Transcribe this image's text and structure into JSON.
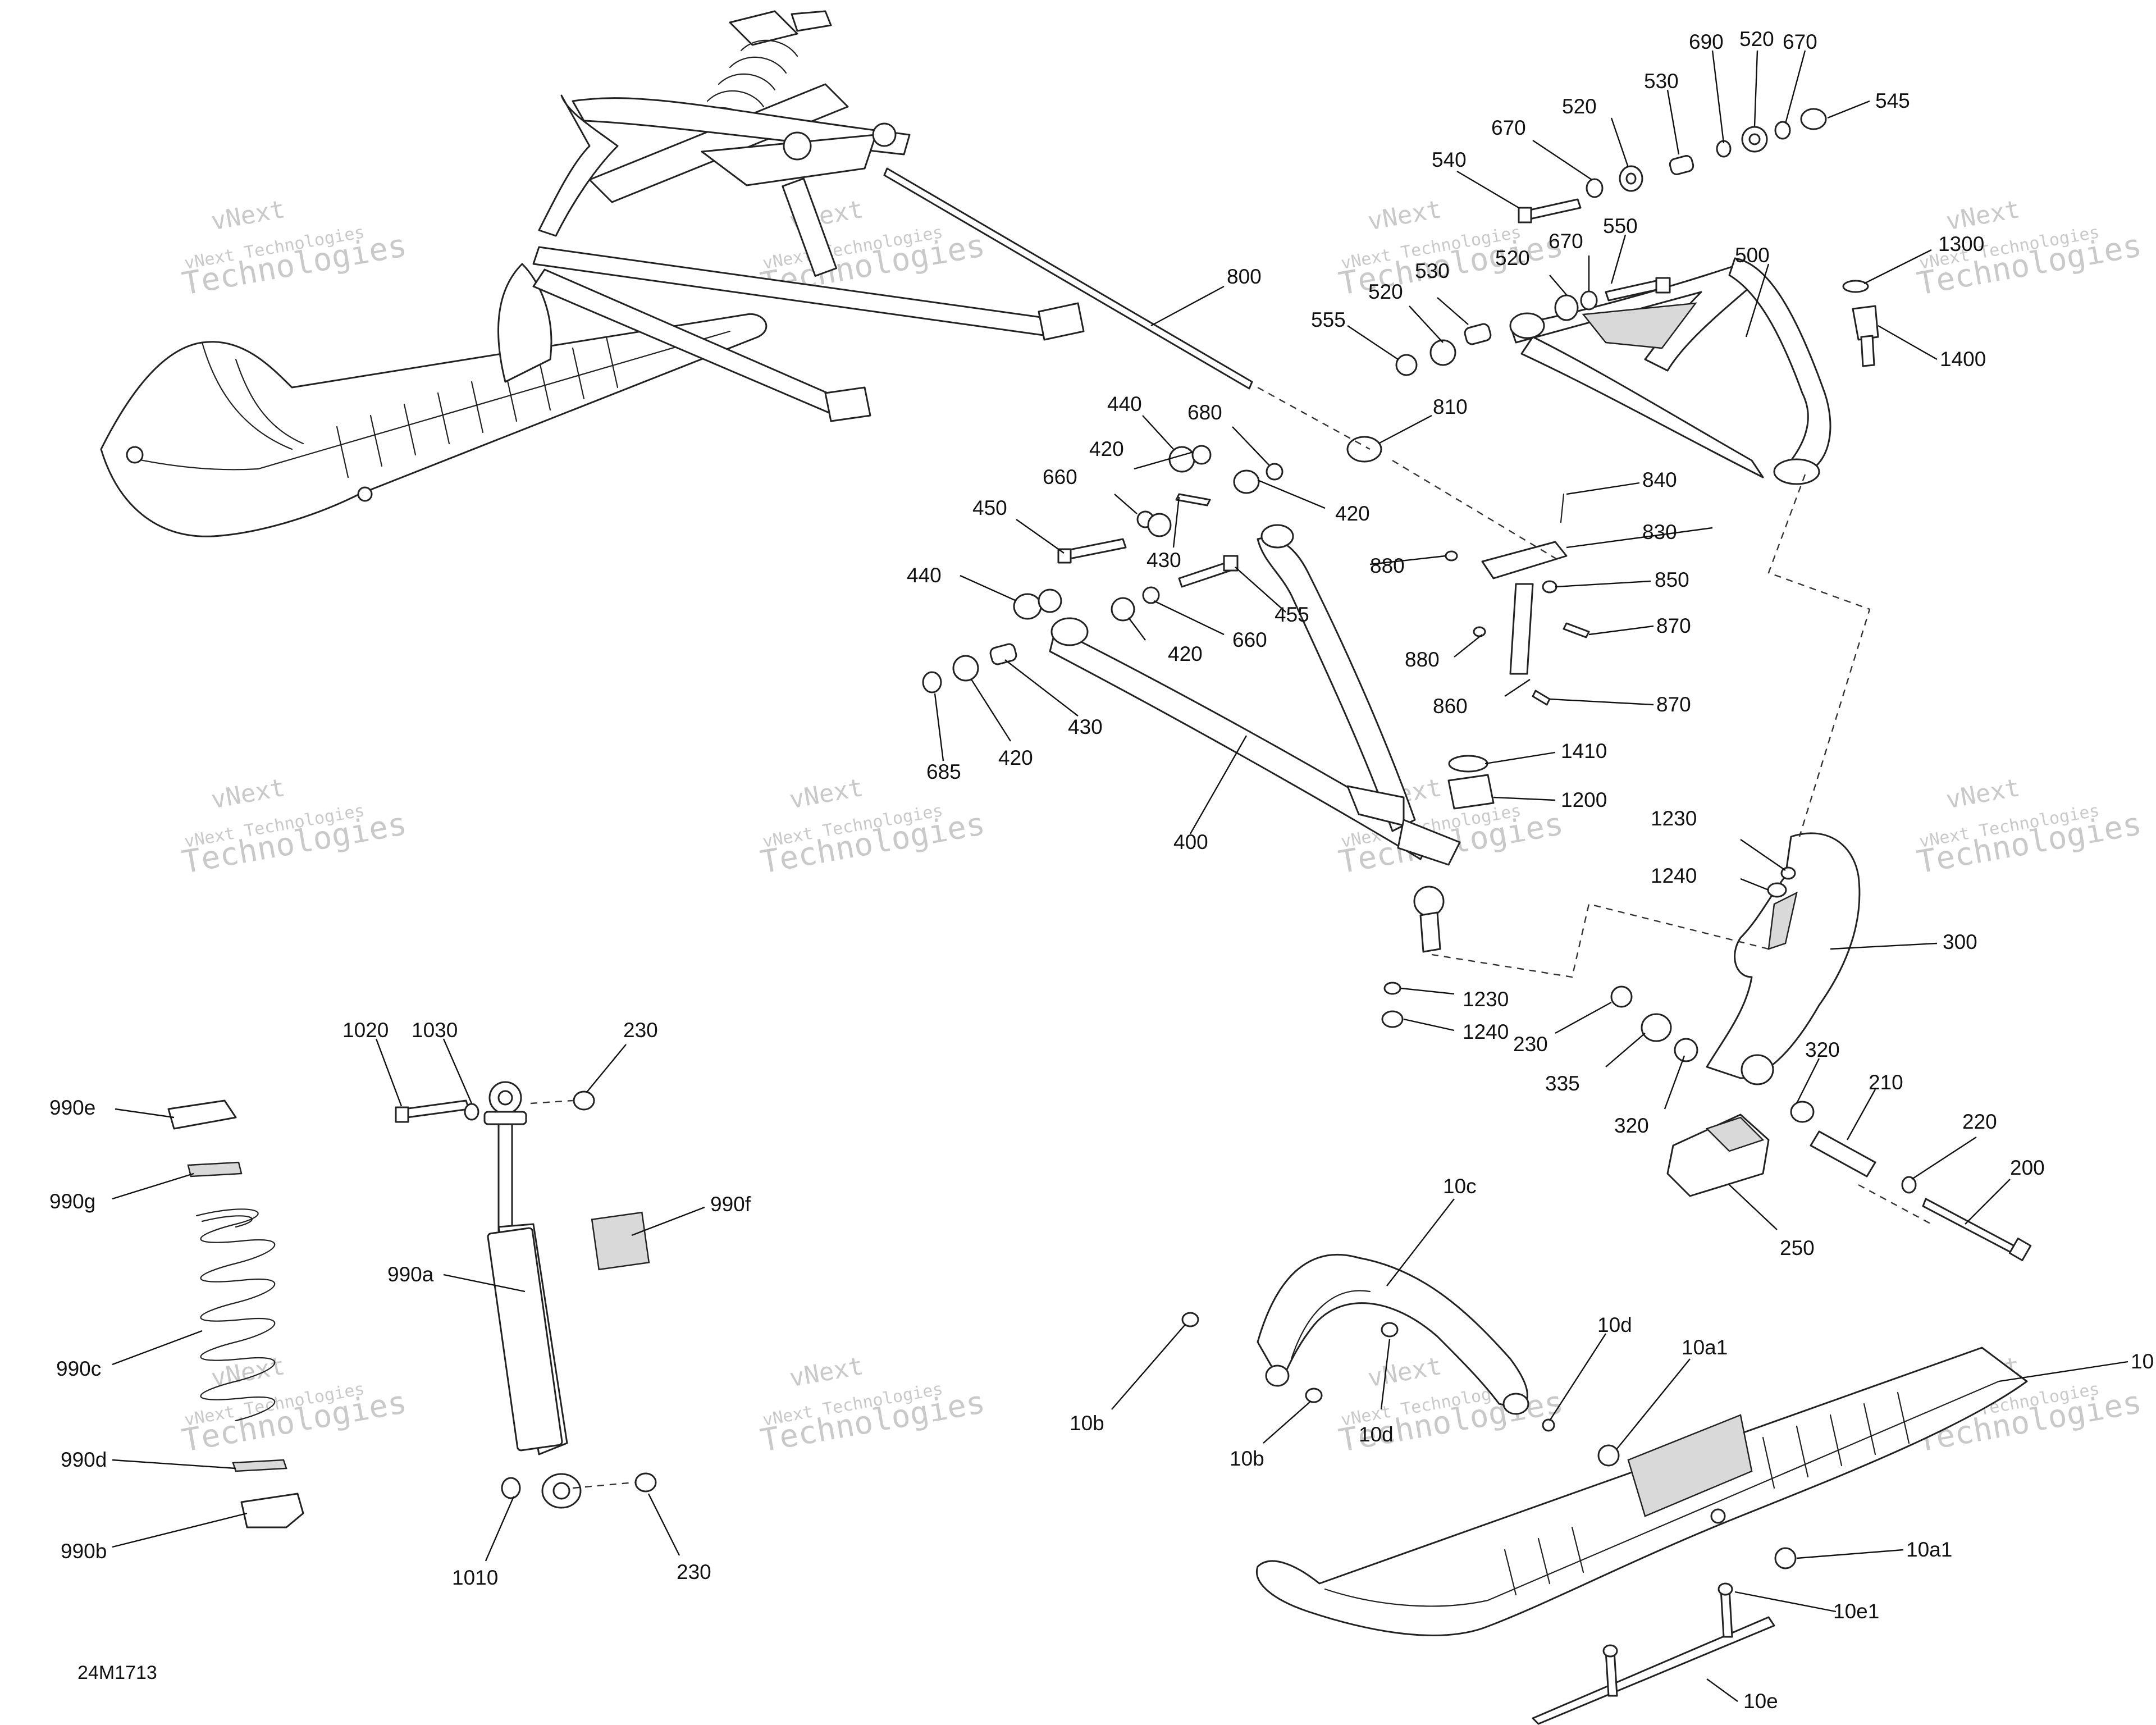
{
  "diagram_code": "24M1713",
  "watermark": {
    "brand": "vNext",
    "line1": "vNext Technologies",
    "line2": "Technologies"
  },
  "callouts": [
    {
      "id": "c800",
      "label": "800"
    },
    {
      "id": "c690",
      "label": "690"
    },
    {
      "id": "c520a",
      "label": "520"
    },
    {
      "id": "c670a",
      "label": "670"
    },
    {
      "id": "c530a",
      "label": "530"
    },
    {
      "id": "c520b",
      "label": "520"
    },
    {
      "id": "c545",
      "label": "545"
    },
    {
      "id": "c670b",
      "label": "670"
    },
    {
      "id": "c540",
      "label": "540"
    },
    {
      "id": "c550",
      "label": "550"
    },
    {
      "id": "c520c",
      "label": "520"
    },
    {
      "id": "c670c",
      "label": "670"
    },
    {
      "id": "c530b",
      "label": "530"
    },
    {
      "id": "c520d",
      "label": "520"
    },
    {
      "id": "c555",
      "label": "555"
    },
    {
      "id": "c500",
      "label": "500"
    },
    {
      "id": "c1300",
      "label": "1300"
    },
    {
      "id": "c1400",
      "label": "1400"
    },
    {
      "id": "c810",
      "label": "810"
    },
    {
      "id": "c440a",
      "label": "440"
    },
    {
      "id": "c680",
      "label": "680"
    },
    {
      "id": "c420a",
      "label": "420"
    },
    {
      "id": "c660a",
      "label": "660"
    },
    {
      "id": "c420b",
      "label": "420"
    },
    {
      "id": "c450",
      "label": "450"
    },
    {
      "id": "c430a",
      "label": "430"
    },
    {
      "id": "c840",
      "label": "840"
    },
    {
      "id": "c830",
      "label": "830"
    },
    {
      "id": "c880a",
      "label": "880"
    },
    {
      "id": "c850",
      "label": "850"
    },
    {
      "id": "c440b",
      "label": "440"
    },
    {
      "id": "c455",
      "label": "455"
    },
    {
      "id": "c420c",
      "label": "420"
    },
    {
      "id": "c660b",
      "label": "660"
    },
    {
      "id": "c870a",
      "label": "870"
    },
    {
      "id": "c880b",
      "label": "880"
    },
    {
      "id": "c430b",
      "label": "430"
    },
    {
      "id": "c870b",
      "label": "870"
    },
    {
      "id": "c860",
      "label": "860"
    },
    {
      "id": "c420d",
      "label": "420"
    },
    {
      "id": "c685",
      "label": "685"
    },
    {
      "id": "c1410",
      "label": "1410"
    },
    {
      "id": "c1200",
      "label": "1200"
    },
    {
      "id": "c400",
      "label": "400"
    },
    {
      "id": "c1230a",
      "label": "1230"
    },
    {
      "id": "c1240a",
      "label": "1240"
    },
    {
      "id": "c300",
      "label": "300"
    },
    {
      "id": "c1230b",
      "label": "1230"
    },
    {
      "id": "c1240b",
      "label": "1240"
    },
    {
      "id": "c230a",
      "label": "230"
    },
    {
      "id": "c335",
      "label": "335"
    },
    {
      "id": "c320a",
      "label": "320"
    },
    {
      "id": "c210",
      "label": "210"
    },
    {
      "id": "c320b",
      "label": "320"
    },
    {
      "id": "c220",
      "label": "220"
    },
    {
      "id": "c200",
      "label": "200"
    },
    {
      "id": "c250",
      "label": "250"
    },
    {
      "id": "c1020",
      "label": "1020"
    },
    {
      "id": "c1030",
      "label": "1030"
    },
    {
      "id": "c230b",
      "label": "230"
    },
    {
      "id": "c990e",
      "label": "990e"
    },
    {
      "id": "c990g",
      "label": "990g"
    },
    {
      "id": "c990f",
      "label": "990f"
    },
    {
      "id": "c990a",
      "label": "990a"
    },
    {
      "id": "c990c",
      "label": "990c"
    },
    {
      "id": "c990d",
      "label": "990d"
    },
    {
      "id": "c990b",
      "label": "990b"
    },
    {
      "id": "c1010",
      "label": "1010"
    },
    {
      "id": "c230c",
      "label": "230"
    },
    {
      "id": "c10c",
      "label": "10c"
    },
    {
      "id": "c10d",
      "label": "10d"
    },
    {
      "id": "c10a1a",
      "label": "10a1"
    },
    {
      "id": "c10b",
      "label": "10b"
    },
    {
      "id": "c10da",
      "label": "10d"
    },
    {
      "id": "c10bb",
      "label": "10b"
    },
    {
      "id": "c10",
      "label": "10"
    },
    {
      "id": "c10a1b",
      "label": "10a1"
    },
    {
      "id": "c10e1",
      "label": "10e1"
    },
    {
      "id": "c10e",
      "label": "10e"
    }
  ]
}
